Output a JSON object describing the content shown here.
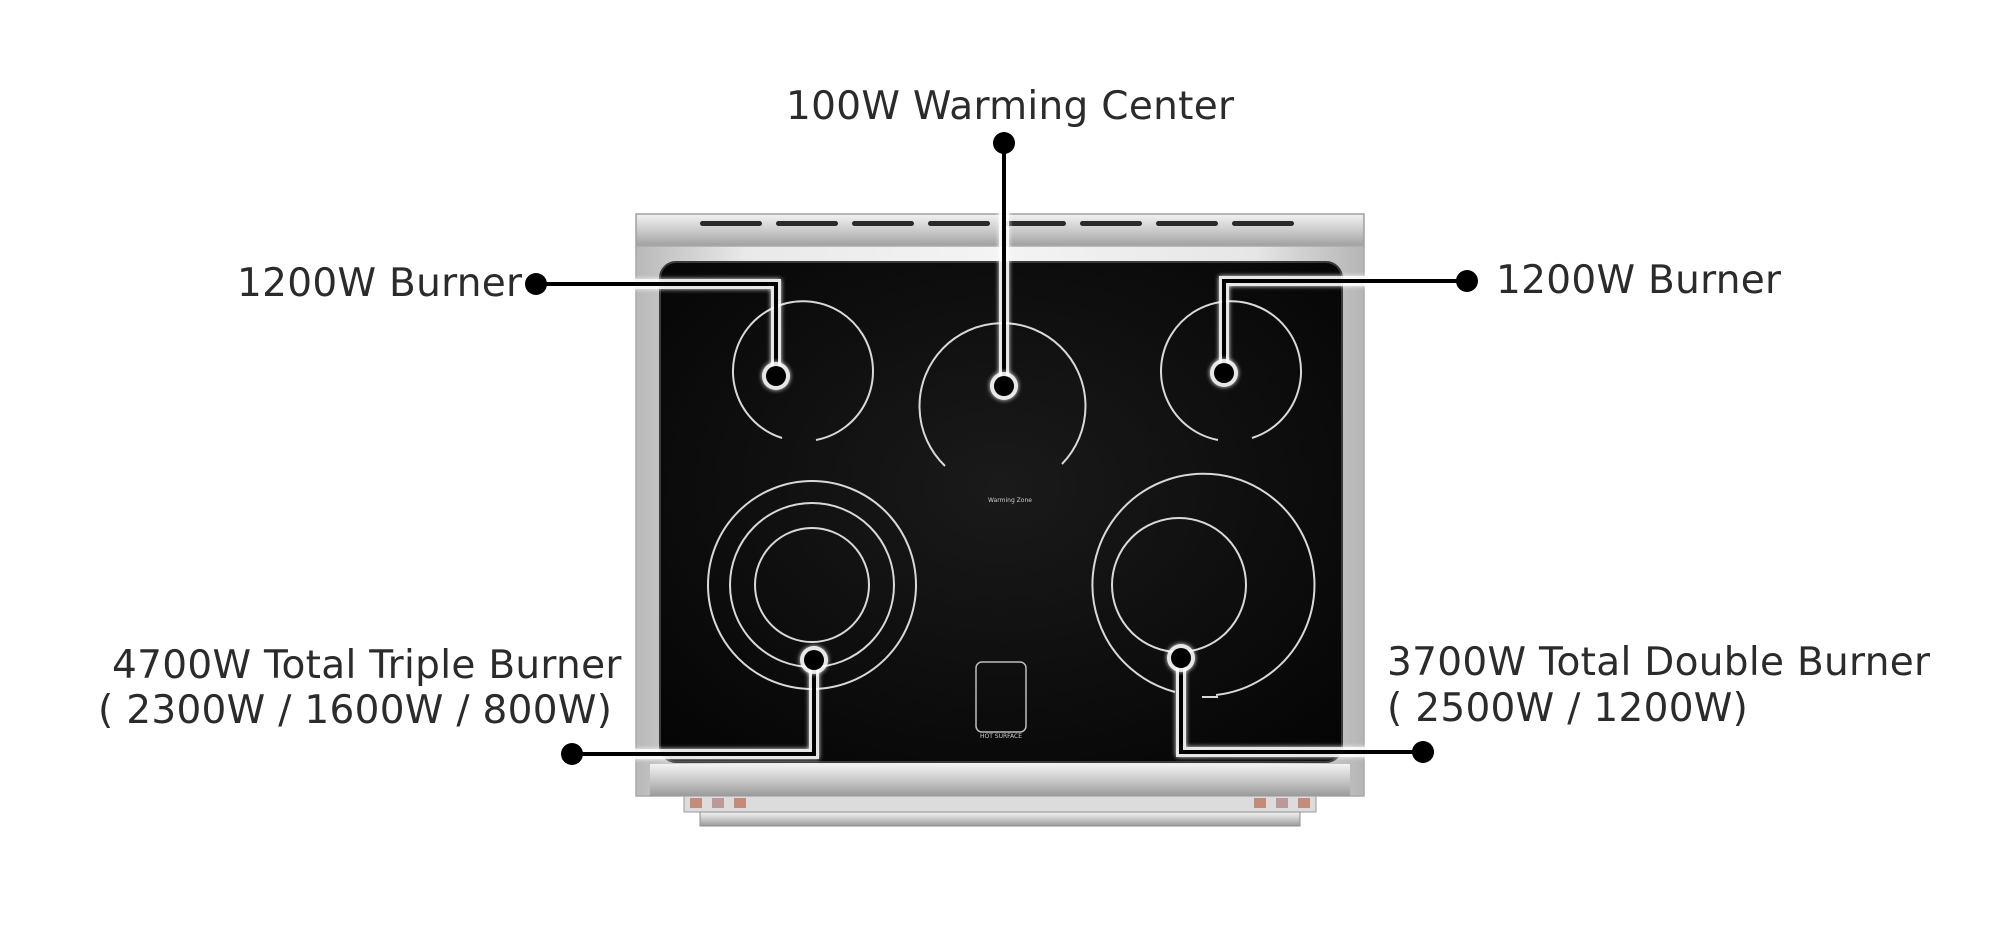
{
  "labels": {
    "warming_center": "100W Warming Center",
    "left_burner": "1200W Burner",
    "right_burner": "1200W Burner",
    "triple_burner_line1": "4700W Total Triple Burner",
    "triple_burner_line2": "( 2300W / 1600W / 800W)",
    "double_burner_line1": "3700W Total Double Burner",
    "double_burner_line2": "( 2500W / 1200W)"
  },
  "cooktop_print": {
    "warming_zone": "Warming Zone",
    "hot_surface": "HOT SURFACE"
  },
  "colors": {
    "label_text": "#2b2b2b",
    "leader_line": "#000000",
    "glass": "#0b0b0b",
    "element_ring": "#d9d9d9",
    "steel": "#c8c8c8"
  }
}
